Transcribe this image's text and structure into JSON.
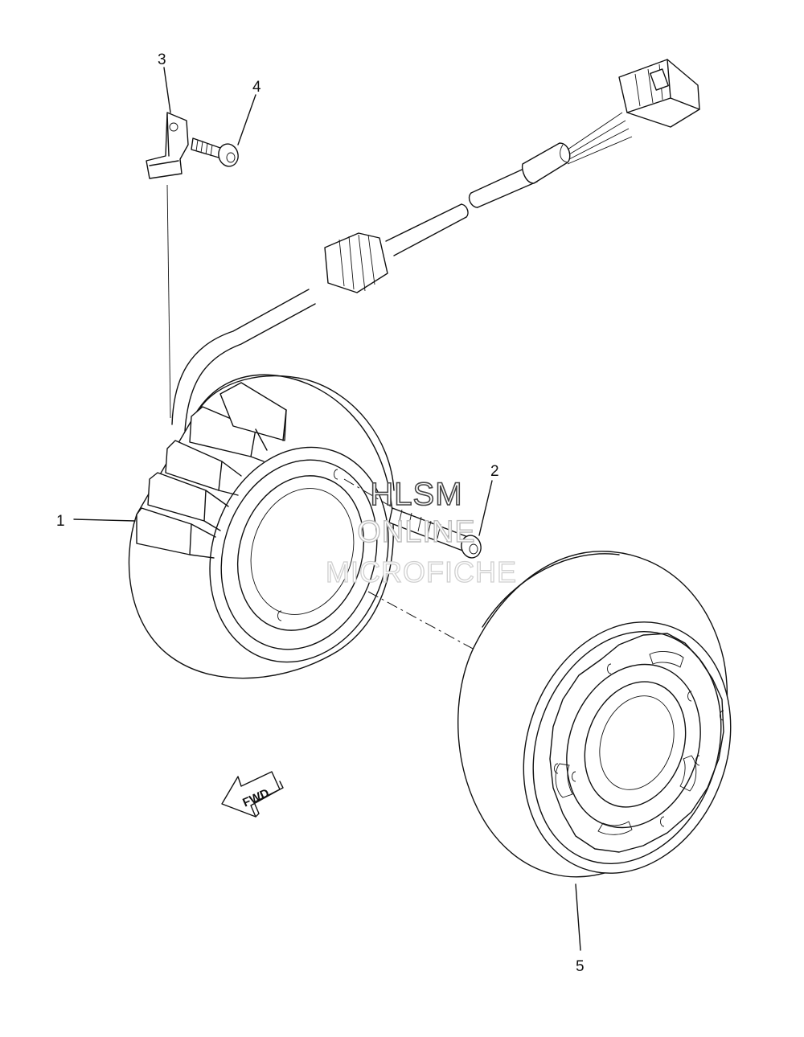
{
  "diagram": {
    "callouts": [
      {
        "id": "1",
        "label": "1"
      },
      {
        "id": "2",
        "label": "2"
      },
      {
        "id": "3",
        "label": "3"
      },
      {
        "id": "4",
        "label": "4"
      },
      {
        "id": "5",
        "label": "5"
      }
    ],
    "direction_arrow": {
      "label": "FWD"
    },
    "watermark": {
      "line1": "HLSM",
      "line2": "ONLINE",
      "line3": "MICROFICHE"
    }
  }
}
